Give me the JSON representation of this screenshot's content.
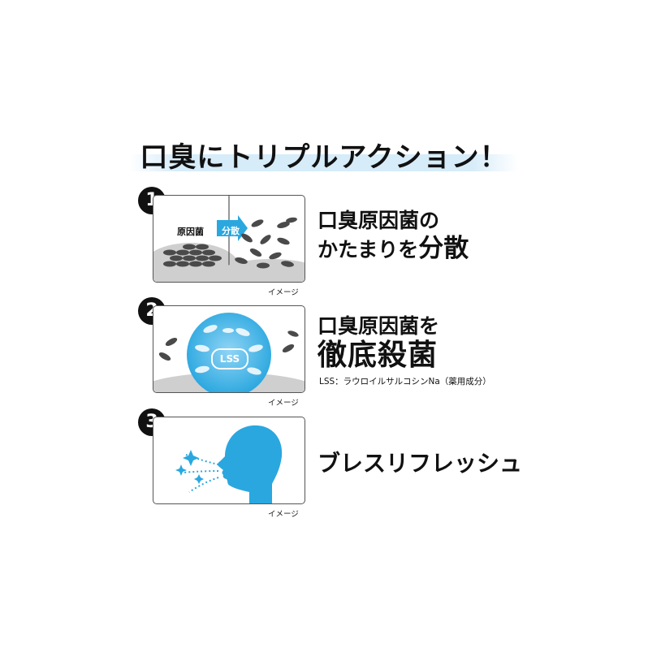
{
  "title": {
    "text": "口臭にトリプルアクション！"
  },
  "steps": [
    {
      "number": "1",
      "panel_label_bacteria": "原因菌",
      "panel_label_arrow": "分散",
      "caption": "イメージ",
      "text_line1": "口臭原因菌の",
      "text_line2_prefix": "かたまりを",
      "text_line2_emphasis": "分散"
    },
    {
      "number": "2",
      "panel_label_lss": "LSS",
      "caption": "イメージ",
      "text_line1": "口臭原因菌を",
      "text_line2_emphasis": "徹底殺菌",
      "note": "LSS：ラウロイルサルコシンNa（薬用成分）"
    },
    {
      "number": "3",
      "caption": "イメージ",
      "text_line1": "ブレスリフレッシュ"
    }
  ],
  "colors": {
    "accent_blue": "#2aa7df",
    "title_band": "#d6ecf9",
    "bacteria_gray": "#4a4a4a",
    "panel_border": "#555555"
  }
}
